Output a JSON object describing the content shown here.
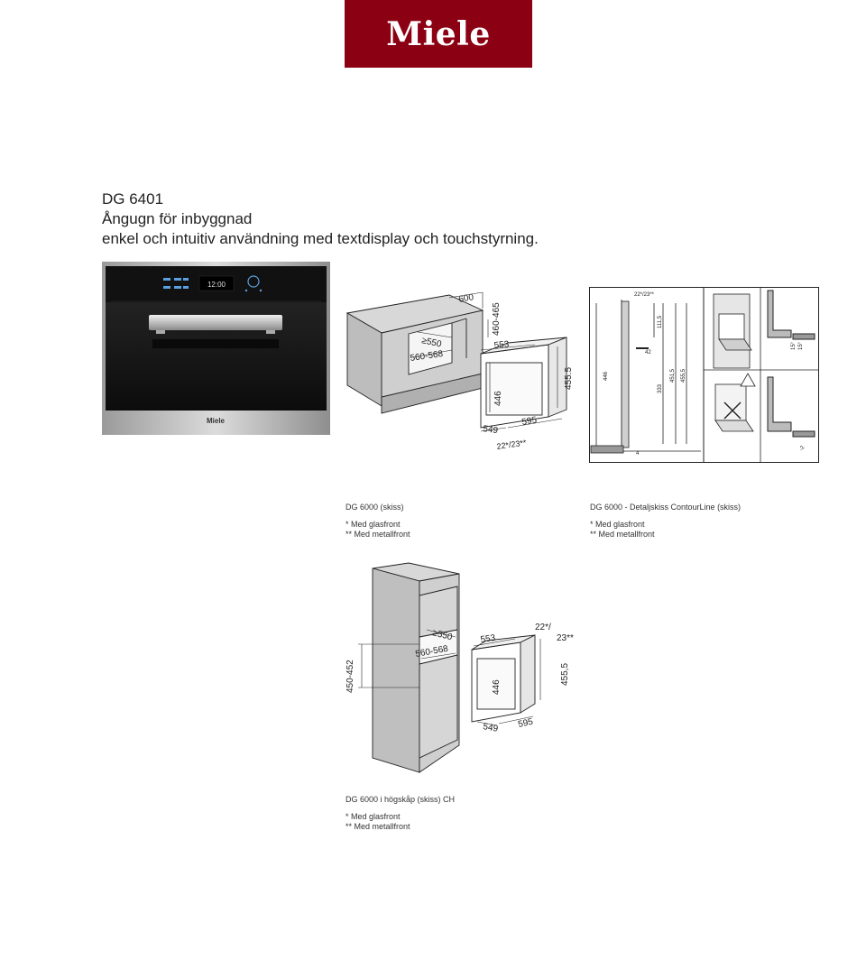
{
  "brand": {
    "logo_text": "Miele",
    "color": "#8c0014"
  },
  "header": {
    "model": "DG 6401",
    "subtitle": "Ångugn för inbyggnad",
    "description": "enkel och intuitiv användning med textdisplay och touchstyrning."
  },
  "oven": {
    "clock": "12:00",
    "brand_plate": "Miele"
  },
  "drawing1": {
    "dims": [
      "600",
      "460-465",
      "≥550",
      "560-568",
      "553",
      "455,5",
      "446",
      "549",
      "595",
      "22*/23**"
    ]
  },
  "drawing2": {
    "dims": [
      "22*/23**",
      "111,5",
      "42",
      "446",
      "333",
      "451,5",
      "455,5",
      "4",
      "15°",
      "15°",
      "-2"
    ]
  },
  "drawing3": {
    "dims": [
      "450-452",
      "≥550",
      "560-568",
      "553",
      "22*/",
      "23**",
      "446",
      "455,5",
      "549",
      "595"
    ]
  },
  "captions": {
    "fig1": {
      "title": "DG 6000 (skiss)",
      "note1": "* Med glasfront",
      "note2": "** Med metallfront"
    },
    "fig2": {
      "title": "DG 6000 - Detaljskiss ContourLine (skiss)",
      "note1": "* Med glasfront",
      "note2": "** Med metallfront"
    },
    "fig3": {
      "title": "DG 6000 i högskåp (skiss) CH",
      "note1": "* Med glasfront",
      "note2": "** Med metallfront"
    }
  }
}
